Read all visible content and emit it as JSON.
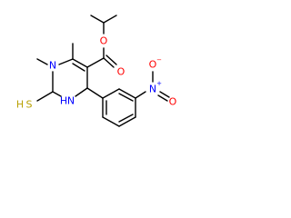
{
  "structure": {
    "atoms": {
      "o_ester_carbonyl": "O",
      "o_ester": "O",
      "n1": "N",
      "n3_h": "N",
      "n3_h_hydrogen": "H",
      "thiol_s": "S",
      "thiol_h": "H",
      "nitro_n": "N",
      "nitro_n_charge": "+",
      "nitro_o_single": "O",
      "nitro_o_charge": "−",
      "nitro_o_double": "O"
    }
  },
  "colors": {
    "bond": "#000000",
    "carbon_text": "#000000",
    "nitrogen": "#0000ff",
    "oxygen": "#ff0000",
    "sulfur": "#b8a000"
  }
}
